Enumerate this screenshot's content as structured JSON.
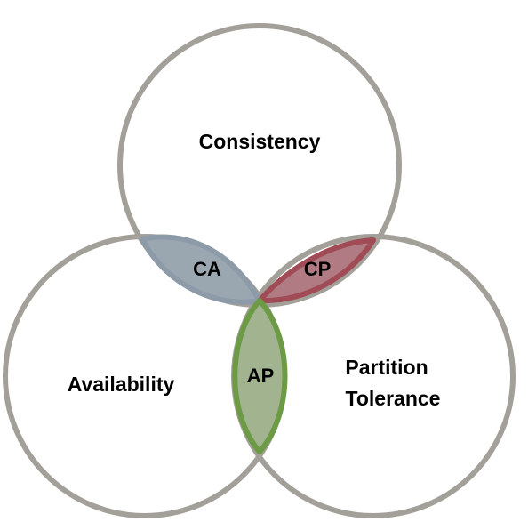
{
  "sets": {
    "consistency": {
      "label": "Consistency"
    },
    "availability": {
      "label": "Availability"
    },
    "partition_line1": "Partition",
    "partition_line2": "Tolerance"
  },
  "intersections": {
    "ca": {
      "label": "CA",
      "color": "#9aa7b1"
    },
    "cp": {
      "label": "CP",
      "color": "#b07b83"
    },
    "ap": {
      "label": "AP",
      "color": "#a2b48f"
    }
  },
  "colors": {
    "circle_stroke": "#a3a099",
    "ca_stroke": "#8c9ba7",
    "cp_stroke": "#a04b55",
    "ap_stroke": "#6c9a45"
  }
}
